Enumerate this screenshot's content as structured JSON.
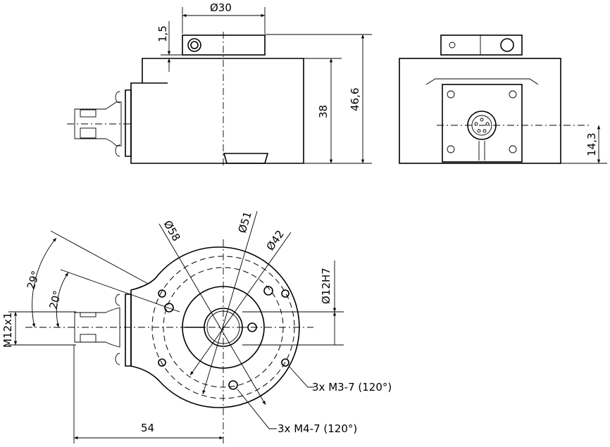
{
  "drawing": {
    "dims": {
      "flange_diameter": "Ø30",
      "flange_height": "1,5",
      "body_height": "38",
      "total_height": "46,6",
      "connector_height": "14,3",
      "housing_diameter": "Ø58",
      "hole_circle_outer": "Ø51",
      "hole_circle_inner": "Ø42",
      "bore": "Ø12H7",
      "connector_thread": "M12x1",
      "angle_outer": "29°",
      "angle_inner": "20°",
      "connector_offset": "54",
      "thread_note_m3": "3x M3-7 (120°)",
      "thread_note_m4": "3x M4-7 (120°)"
    }
  }
}
